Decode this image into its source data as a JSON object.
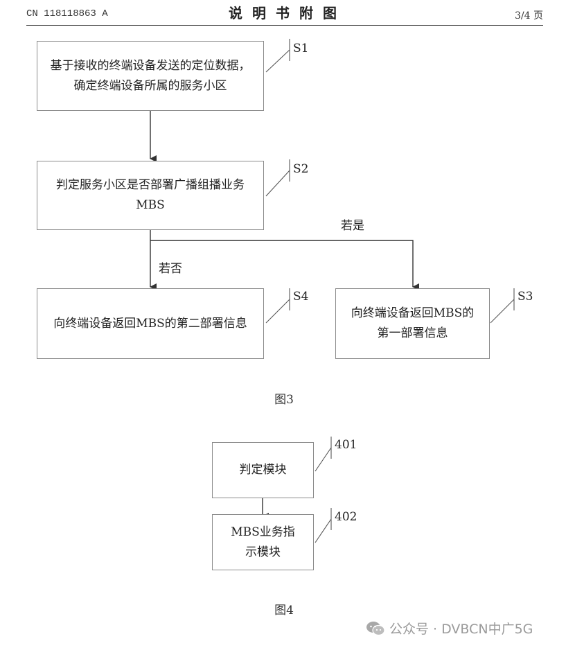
{
  "header": {
    "patent_no": "CN 118118863 A",
    "title": "说明书附图",
    "page": "3/4 页"
  },
  "figure3": {
    "caption": "图3",
    "boxes": {
      "s1": "基于接收的终端设备发送的定位数据，确定终端设备所属的服务小区",
      "s2": "判定服务小区是否部署广播组播业务MBS",
      "s4": "向终端设备返回MBS的第二部署信息",
      "s3": "向终端设备返回MBS的第一部署信息"
    },
    "labels": {
      "s1": "S1",
      "s2": "S2",
      "s3": "S3",
      "s4": "S4"
    },
    "conditions": {
      "yes": "若是",
      "no": "若否"
    }
  },
  "figure4": {
    "caption": "图4",
    "boxes": {
      "m401": "判定模块",
      "m402": "MBS业务指示模块"
    },
    "labels": {
      "m401": "401",
      "m402": "402"
    }
  },
  "watermark": {
    "text": "公众号 · DVBCN中广5G",
    "icon": "wechat-icon"
  }
}
